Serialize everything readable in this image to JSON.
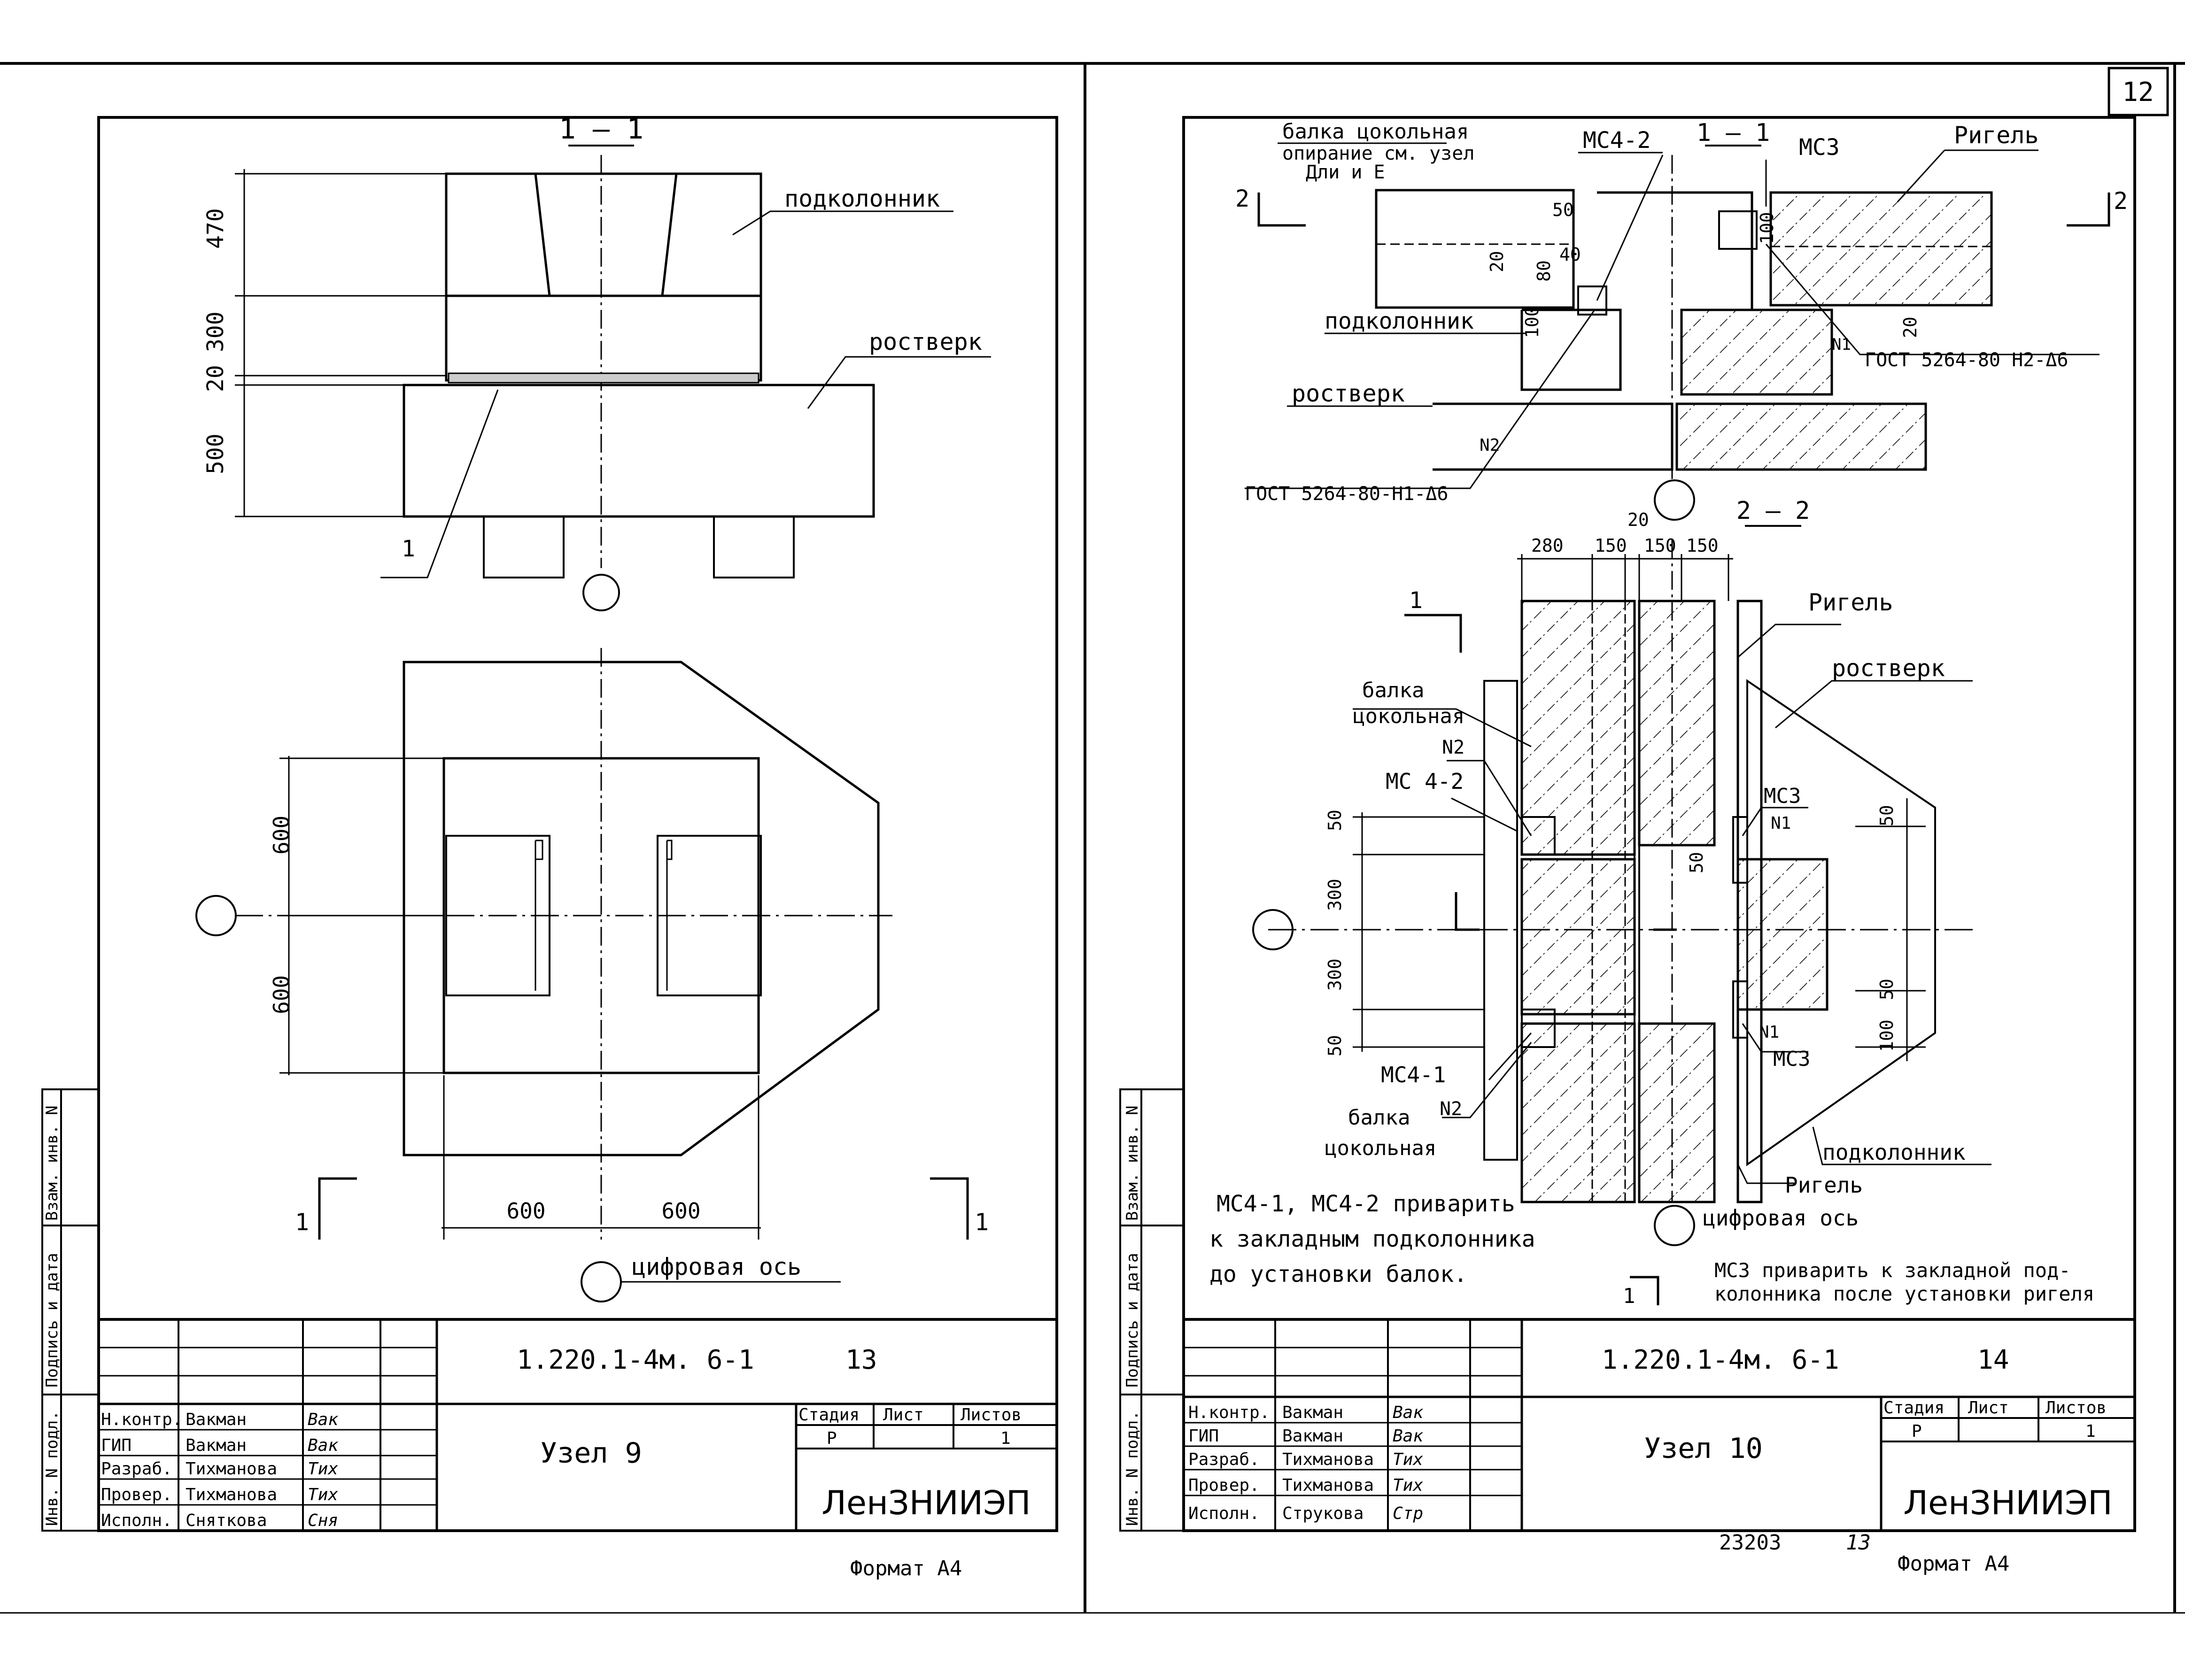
{
  "page": {
    "number": "12"
  },
  "left": {
    "section_label": "1 – 1",
    "labels": {
      "podkolonnik": "подколонник",
      "rostverk": "ростверк",
      "item1": "1",
      "tsifr_os": "цифровая ось"
    },
    "dims": {
      "d470": "470",
      "d300": "300",
      "d20": "20",
      "d500": "500",
      "d600_v1": "600",
      "d600_v2": "600",
      "d600_h1": "600",
      "d600_h2": "600"
    },
    "cut": {
      "left": "1",
      "right": "1"
    },
    "title_block": {
      "code": "1.220.1-4м. 6-1",
      "sheet_no": "13",
      "name": "Узел 9",
      "roles": [
        "Н.контр.",
        "ГИП",
        "Разраб.",
        "Провер.",
        "Исполн."
      ],
      "people": [
        "Вакман",
        "Вакман",
        "Тихманова",
        "Тихманова",
        "Снятковa"
      ],
      "signatures": [
        "Вак",
        "Вак",
        "Тих",
        "Тих",
        "Сня"
      ],
      "stage_h": "Стадия",
      "sheet_h": "Лист",
      "sheets_h": "Листов",
      "stage": "Р",
      "sheet": "",
      "sheets": "1",
      "org": "ЛенЗНИИЭП",
      "format": "Формат А4"
    }
  },
  "right": {
    "labels": {
      "balka_title": "балка цокольная",
      "balka_sub1": "опирание см. узел",
      "balka_sub2": "Дли и Е",
      "mc42_top": "МС4-2",
      "sec11": "1 – 1",
      "mc3_top": "МС3",
      "rigel_top": "Ригель",
      "podk_top": "подколонник",
      "rostv_top": "ростверк",
      "gost1": "ГОСТ 5264-80-Н1-Δ6",
      "gost2": "ГОСТ 5264-80 Н2-Δ6",
      "n2_top": "N2",
      "n1_top": "N1",
      "sec22": "2 – 2",
      "rigel_mid": "Ригель",
      "rostv_mid": "ростверк",
      "balka_mid1": "балка",
      "balka_mid2": "цокольная",
      "n2_mid": "N2",
      "mc42_mid": "МС 4-2",
      "mc3_mid": "МС3",
      "n1_mid": "N1",
      "n1_low": "N1",
      "mc3_low": "МС3",
      "mc41": "МС4-1",
      "balka_low1": "балка",
      "n2_low": "N2",
      "balka_low2": "цокольная",
      "podk_low": "подколонник",
      "rigel_low": "Ригель",
      "tsifr_os": "цифровая ось",
      "cut2_left": "2",
      "cut2_right": "2",
      "cut1_top": "1",
      "cut1_bottom": "1"
    },
    "dims": {
      "d50a": "50",
      "d40": "40",
      "d80": "80",
      "d20a": "20",
      "d100a": "100",
      "d100b": "100",
      "d20b": "20",
      "d280": "280",
      "d150a": "150",
      "d20c": "20",
      "d150b": "150",
      "d150c": "150",
      "d50b": "50",
      "d300a": "300",
      "d300b": "300",
      "d50c": "50",
      "d50d": "50",
      "d50e": "50",
      "d50f": "50",
      "d100c": "100"
    },
    "notes": {
      "note1_l1": "МС4-1, МС4-2 приварить",
      "note1_l2": "к закладным подколонника",
      "note1_l3": "до установки балок.",
      "note2_l1": "МС3 приварить к закладной под-",
      "note2_l2": "колонника после установки ригеля"
    },
    "title_block": {
      "code": "1.220.1-4м. 6-1",
      "sheet_no": "14",
      "name": "Узел 10",
      "roles": [
        "Н.контр.",
        "ГИП",
        "Разраб.",
        "Провер.",
        "Исполн."
      ],
      "people": [
        "Вакман",
        "Вакман",
        "Тихманова",
        "Тихманова",
        "Струкова"
      ],
      "signatures": [
        "Вак",
        "Вак",
        "Тих",
        "Тих",
        "Стр"
      ],
      "stage_h": "Стадия",
      "sheet_h": "Лист",
      "sheets_h": "Листов",
      "stage": "Р",
      "sheet": "",
      "sheets": "1",
      "org": "ЛенЗНИИЭП",
      "bottom_num": "23203",
      "bottom_num2": "13",
      "format": "Формат А4"
    }
  },
  "side_strip": [
    "Инв. N подл.",
    "Подпись и дата",
    "Взам. инв. N"
  ]
}
